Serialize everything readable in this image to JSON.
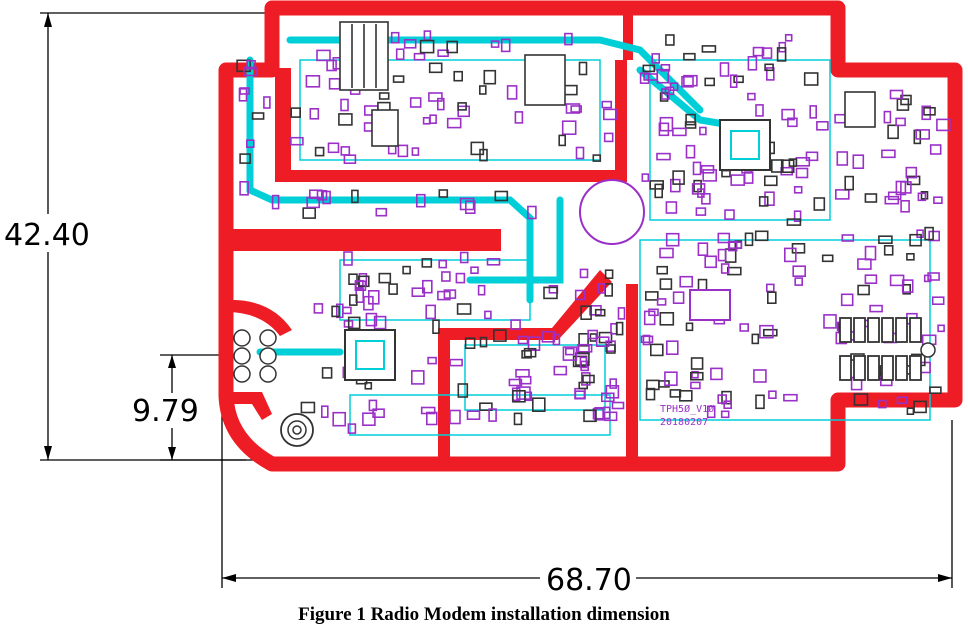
{
  "dimensions": {
    "height": "42.40",
    "hole_offset": "9.79",
    "width": "68.70"
  },
  "board": {
    "silk_label_1": "TPH5Ø_V1Ø",
    "silk_label_2": "20180207"
  },
  "caption": "Figure 1 Radio Modem installation dimension",
  "colors": {
    "copper": "#ee1c24",
    "silkscreen": "#00cfd8",
    "pads": "#9b30c8",
    "dimension_lines": "#000000"
  }
}
